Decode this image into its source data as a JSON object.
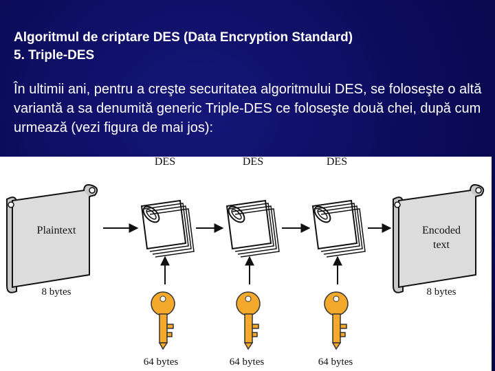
{
  "slide": {
    "title_line1": "Algoritmul de criptare DES (Data Encryption Standard)",
    "title_line2": "5. Triple-DES",
    "paragraph": "În ultimii ani, pentru a creşte securitatea algoritmului DES, se foloseşte o altă variantă a sa denumită generic Triple-DES ce foloseşte două chei, după cum urmează (vezi figura de mai jos):"
  },
  "figure": {
    "des_labels": [
      "DES",
      "DES",
      "DES"
    ],
    "plaintext_label": "Plaintext",
    "encoded_label_line1": "Encoded",
    "encoded_label_line2": "text",
    "plaintext_size": "8 bytes",
    "encoded_size": "8 bytes",
    "key_sizes": [
      "64 bytes",
      "64 bytes",
      "64 bytes"
    ],
    "colors": {
      "background": "#0b0b5a",
      "key_fill": "#f4a82c",
      "scroll_fill": "#d8d8d8",
      "text": "#ffffff"
    },
    "icons": [
      "scroll-icon",
      "clipped-document-icon",
      "key-icon",
      "arrow-icon"
    ]
  }
}
